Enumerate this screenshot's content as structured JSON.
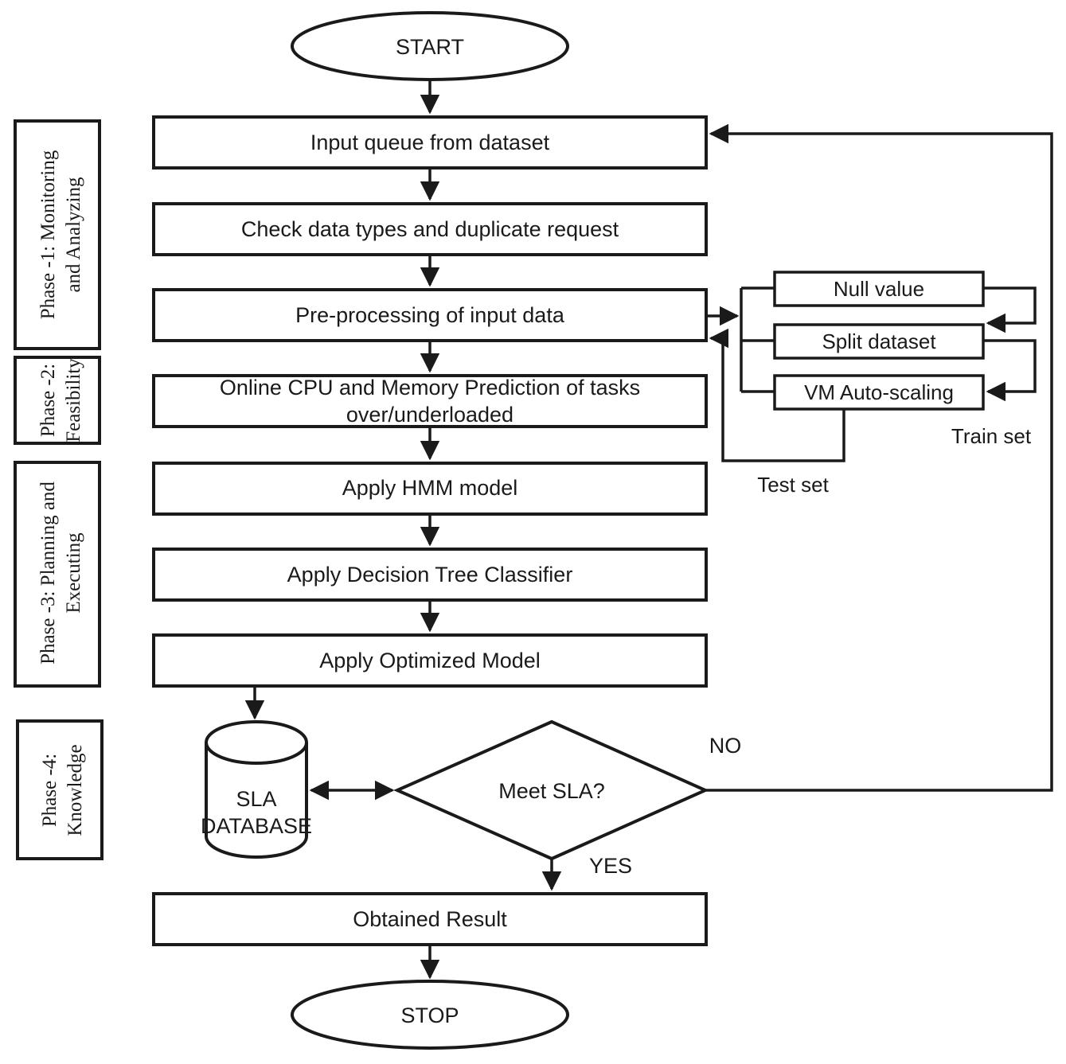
{
  "nodes": {
    "start": "START",
    "input_queue": "Input queue from dataset",
    "check_types": "Check data types and duplicate request",
    "preprocess": "Pre-processing of input data",
    "prediction_line1": "Online CPU and Memory Prediction of tasks",
    "prediction_line2": "over/underloaded",
    "hmm": "Apply HMM model",
    "decision_tree": "Apply Decision Tree Classifier",
    "optimized": "Apply Optimized Model",
    "db_line1": "SLA",
    "db_line2": "DATABASE",
    "decision": "Meet SLA?",
    "result": "Obtained Result",
    "stop": "STOP"
  },
  "preprocessing_steps": {
    "null_value": "Null value",
    "split_dataset": "Split dataset",
    "vm_autoscaling": "VM Auto-scaling",
    "train_set": "Train set",
    "test_set": "Test set"
  },
  "edge_labels": {
    "no": "NO",
    "yes": "YES"
  },
  "phases": {
    "phase1_line1": "Phase -1: Monitoring",
    "phase1_line2": "and Analyzing",
    "phase2_line1": "Phase -2:",
    "phase2_line2": "Feasibility",
    "phase3_line1": "Phase -3: Planning and",
    "phase3_line2": "Executing",
    "phase4_line1": "Phase -4:",
    "phase4_line2": "Knowledge"
  }
}
